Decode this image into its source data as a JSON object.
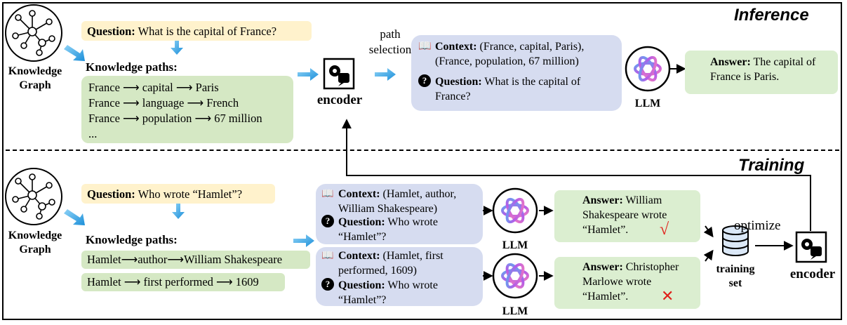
{
  "inference": {
    "title": "Inference",
    "kg_label": "Knowledge\nGraph",
    "question_label": "Question:",
    "question_text": " What is the capital of France?",
    "paths_label": "Knowledge paths:",
    "paths": [
      "France ⟶ capital ⟶ Paris",
      "France ⟶ language ⟶ French",
      "France ⟶ population ⟶ 67 million",
      "..."
    ],
    "encoder_label": "encoder",
    "path_selection": "path\nselection",
    "context_label": "Context:",
    "context_text": " (France, capital, Paris), (France, population, 67 million)",
    "q2_label": "Question:",
    "q2_text": " What is the capital of France?",
    "llm_label": "LLM",
    "answer_label": "Answer:",
    "answer_text": " The capital of France is Paris."
  },
  "training": {
    "title": "Training",
    "kg_label": "Knowledge\nGraph",
    "question_label": "Question:",
    "question_text": " Who wrote “Hamlet”?",
    "paths_label": "Knowledge paths:",
    "paths": [
      "Hamlet⟶author⟶William Shakespeare",
      "Hamlet ⟶ first performed ⟶ 1609"
    ],
    "ctx1_label": "Context:",
    "ctx1_text": " (Hamlet, author, William Shakespeare)",
    "ctx1_q_label": "Question:",
    "ctx1_q_text": " Who wrote “Hamlet”?",
    "ctx2_label": "Context:",
    "ctx2_text": " (Hamlet, first performed, 1609)",
    "ctx2_q_label": "Question:",
    "ctx2_q_text": " Who wrote “Hamlet”?",
    "llm_label_1": "LLM",
    "llm_label_2": "LLM",
    "ans1_label": "Answer:",
    "ans1_text": " William Shakespeare wrote “Hamlet”.",
    "ans2_label": "Answer:",
    "ans2_text": " Christopher Marlowe wrote “Hamlet”.",
    "check_mark": "√",
    "cross_mark": "✕",
    "training_set_label": "training\nset",
    "optimize_label": "optimize",
    "encoder_label": "encoder"
  },
  "colors": {
    "question_bg": "#fff2cc",
    "paths_bg": "#d5e8c4",
    "context_bg": "#d6dcf0",
    "answer_bg": "#dbeed0",
    "arrow_blue": "#3aa6e6",
    "check_red": "#e0201a",
    "llm_purple": "#b35ce8"
  },
  "icons": [
    "knowledge-graph-icon",
    "encoder-icon",
    "llm-icon",
    "book-icon",
    "question-icon",
    "chat-icon",
    "database-icon"
  ]
}
